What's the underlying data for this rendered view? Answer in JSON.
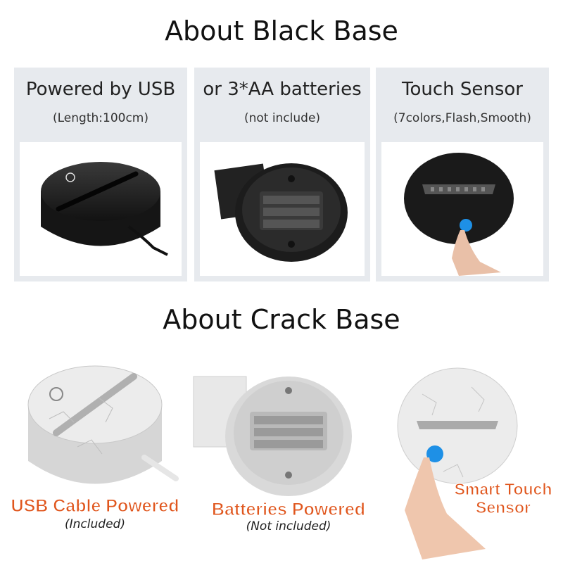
{
  "black_base": {
    "title": "About Black Base",
    "panels": [
      {
        "title": "Powered by USB",
        "subtitle": "(Length:100cm)",
        "icon": "usb-base-photo"
      },
      {
        "title": "or 3*AA batteries",
        "subtitle": "(not include)",
        "icon": "battery-base-photo"
      },
      {
        "title": "Touch Sensor",
        "subtitle": "(7colors,Flash,Smooth)",
        "icon": "touch-base-photo"
      }
    ]
  },
  "crack_base": {
    "title": "About Crack Base",
    "items": [
      {
        "label": "USB Cable Powered",
        "sublabel": "(Included)"
      },
      {
        "label": "Batteries Powered",
        "sublabel": "(Not included)"
      },
      {
        "label": "Smart Touch",
        "label2": "Sensor"
      }
    ]
  },
  "colors": {
    "caption": "#e0561d",
    "panel_bg": "#e7eaee",
    "touch_dot": "#1e90e6"
  }
}
